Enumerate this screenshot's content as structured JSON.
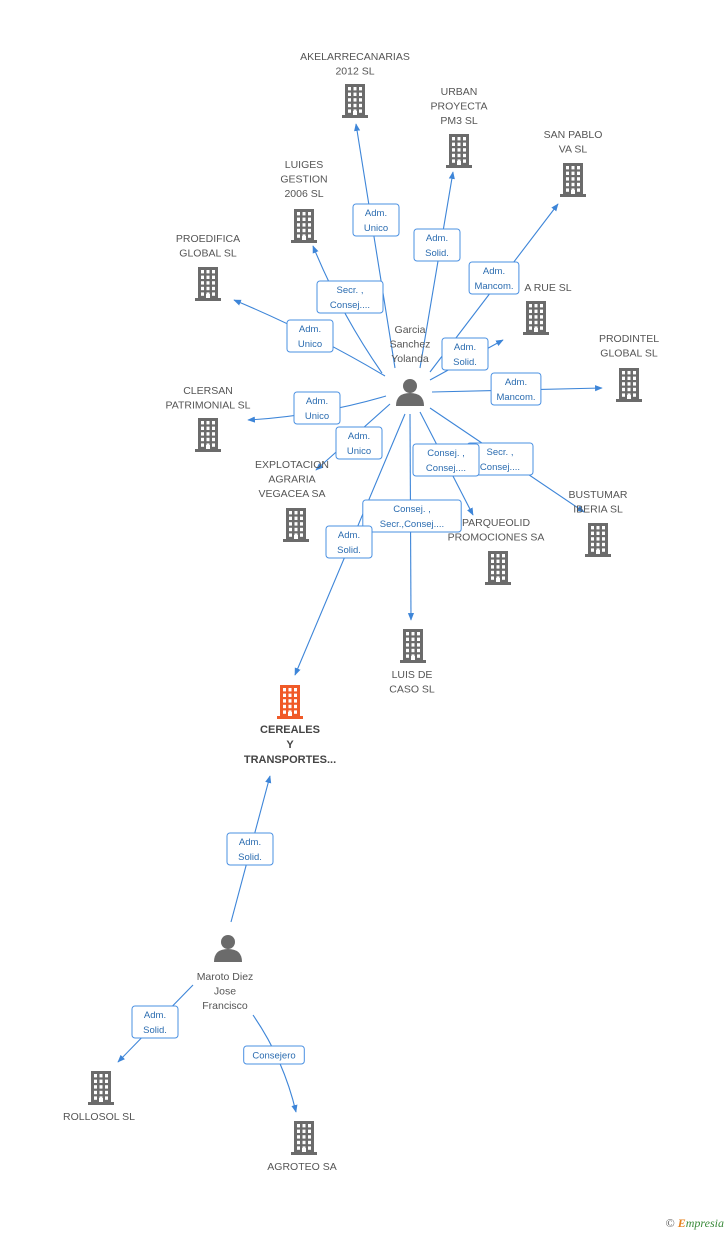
{
  "colors": {
    "edge": "#3d85d8",
    "company": "#6b6b6b",
    "highlight": "#f05a28",
    "person": "#6b6b6b"
  },
  "people": [
    {
      "id": "garcia",
      "lines": [
        "Garcia",
        "Sanchez",
        "Yolanda"
      ]
    },
    {
      "id": "maroto",
      "lines": [
        "Maroto Diez",
        "Jose",
        "Francisco"
      ]
    }
  ],
  "companies": [
    {
      "id": "akelarre",
      "lines": [
        "AKELARRECANARIAS",
        "2012 SL"
      ]
    },
    {
      "id": "urban",
      "lines": [
        "URBAN",
        "PROYECTA",
        "PM3 SL"
      ]
    },
    {
      "id": "sanpablo",
      "lines": [
        "SAN PABLO",
        "VA SL"
      ]
    },
    {
      "id": "luiges",
      "lines": [
        "LUIGES",
        "GESTION",
        "2006 SL"
      ]
    },
    {
      "id": "proedifica",
      "lines": [
        "PROEDIFICA",
        "GLOBAL SL"
      ]
    },
    {
      "id": "larue",
      "lines": [
        "A RUE SL"
      ]
    },
    {
      "id": "prodintel",
      "lines": [
        "PRODINTEL",
        "GLOBAL SL"
      ]
    },
    {
      "id": "clersan",
      "lines": [
        "CLERSAN",
        "PATRIMONIAL SL"
      ]
    },
    {
      "id": "explotacion",
      "lines": [
        "EXPLOTACION",
        "AGRARIA",
        "VEGACEA SA"
      ]
    },
    {
      "id": "bustumar",
      "lines": [
        "BUSTUMAR",
        "IBERIA SL"
      ]
    },
    {
      "id": "parqueolid",
      "lines": [
        "PARQUEOLID",
        "PROMOCIONES SA"
      ]
    },
    {
      "id": "luisdecaso",
      "lines": [
        "LUIS DE",
        "CASO SL"
      ]
    },
    {
      "id": "cereales",
      "lines": [
        "CEREALES",
        "Y",
        "TRANSPORTES..."
      ],
      "highlight": true
    },
    {
      "id": "rollosol",
      "lines": [
        "ROLLOSOL SL"
      ]
    },
    {
      "id": "agroteo",
      "lines": [
        "AGROTEO SA"
      ]
    }
  ],
  "edges": [
    {
      "from": "garcia",
      "to": "akelarre",
      "role": [
        "Adm.",
        "Unico"
      ]
    },
    {
      "from": "garcia",
      "to": "urban",
      "role": [
        "Adm.",
        "Solid."
      ]
    },
    {
      "from": "garcia",
      "to": "sanpablo",
      "role": [
        "Adm.",
        "Mancom."
      ]
    },
    {
      "from": "garcia",
      "to": "luiges",
      "role": [
        "Secr. ,",
        "Consej...."
      ]
    },
    {
      "from": "garcia",
      "to": "proedifica",
      "role": [
        "Adm.",
        "Unico"
      ]
    },
    {
      "from": "garcia",
      "to": "larue",
      "role": [
        "Adm.",
        "Solid."
      ]
    },
    {
      "from": "garcia",
      "to": "prodintel",
      "role": [
        "Adm.",
        "Mancom."
      ]
    },
    {
      "from": "garcia",
      "to": "clersan",
      "role": [
        "Adm.",
        "Unico"
      ]
    },
    {
      "from": "garcia",
      "to": "explotacion",
      "role": [
        "Adm.",
        "Unico"
      ]
    },
    {
      "from": "garcia",
      "to": "bustumar",
      "role": [
        "Secr. ,",
        "Consej...."
      ]
    },
    {
      "from": "garcia",
      "to": "parqueolid",
      "role": [
        "Consej. ,",
        "Consej...."
      ]
    },
    {
      "from": "garcia",
      "to": "luisdecaso",
      "role": [
        "Consej. ,",
        "Secr.,Consej...."
      ]
    },
    {
      "from": "garcia",
      "to": "cereales",
      "role": [
        "Adm.",
        "Solid."
      ]
    },
    {
      "from": "maroto",
      "to": "cereales",
      "role": [
        "Adm.",
        "Solid."
      ]
    },
    {
      "from": "maroto",
      "to": "rollosol",
      "role": [
        "Adm.",
        "Solid."
      ]
    },
    {
      "from": "maroto",
      "to": "agroteo",
      "role": [
        "Consejero"
      ]
    }
  ],
  "footer": {
    "copyright": "©",
    "brand_e": "E",
    "brand_rest": "mpresia"
  }
}
